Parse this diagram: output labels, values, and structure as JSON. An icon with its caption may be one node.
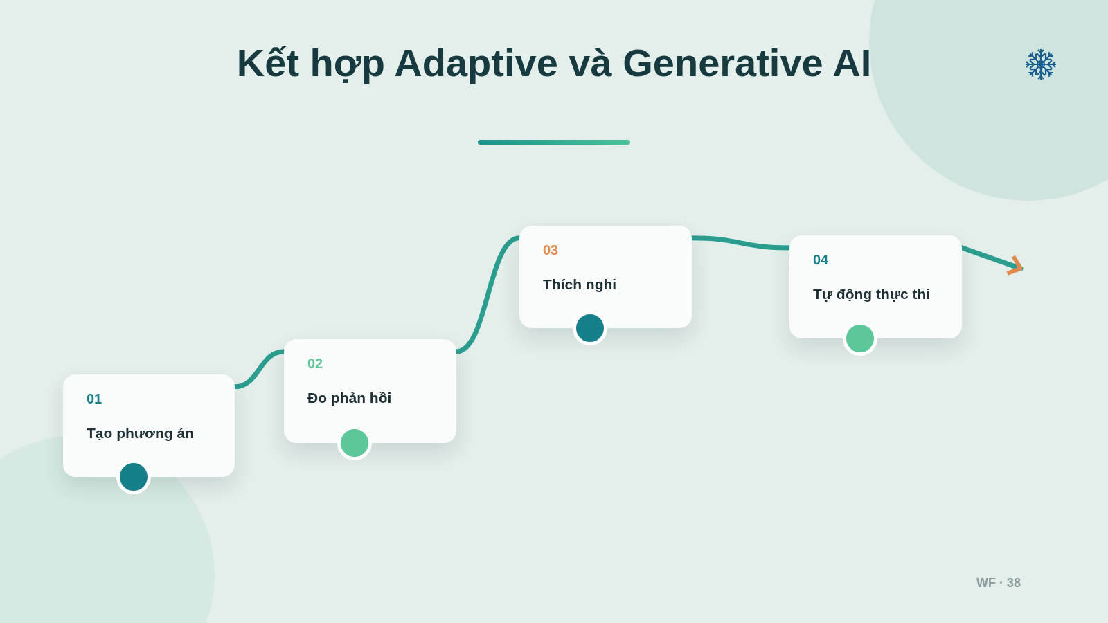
{
  "diagram": {
    "title": "Kết hợp Adaptive và Generative AI",
    "nodes": [
      {
        "text": [
          "01",
          "Tạo phương án"
        ]
      },
      {
        "text": [
          "02",
          "Đo phản hồi"
        ]
      },
      {
        "text": [
          "03",
          "Thích nghi"
        ]
      },
      {
        "text": [
          "04",
          "Tự động thực thi"
        ]
      }
    ],
    "edges": [
      {
        "from": 0,
        "to": 1,
        "arrow": "none"
      },
      {
        "from": 1,
        "to": 2,
        "arrow": "none"
      },
      {
        "from": 2,
        "to": 3,
        "arrow": "none"
      },
      {
        "from": 3,
        "to": null,
        "arrow": "to"
      }
    ],
    "labels": [
      "WF · 38"
    ]
  }
}
